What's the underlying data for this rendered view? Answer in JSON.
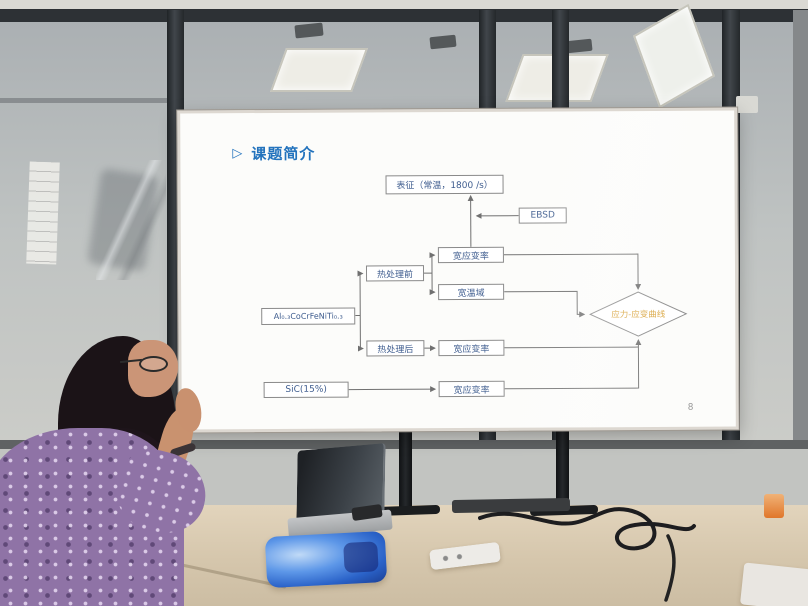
{
  "slide": {
    "title": "课题简介",
    "page_number": "8",
    "flowchart": {
      "characterization": "表征（常温，1800 /s）",
      "ebsd": "EBSD",
      "strain_rate_top": "宽应变率",
      "heat_before": "热处理前",
      "temp_range": "宽温域",
      "alloy": "Al₀.₃CoCrFeNiTi₀.₃",
      "heat_after": "热处理后",
      "strain_rate_mid": "宽应变率",
      "sic": "SiC(15%)",
      "strain_rate_bottom": "宽应变率",
      "result": "应力-应变曲线"
    }
  },
  "icons": {
    "title_bullet": "▷"
  },
  "colors": {
    "slide_title": "#2373bd",
    "node_text": "#3f5d8f",
    "result_text": "#d9a43c",
    "connector": "#707070"
  }
}
